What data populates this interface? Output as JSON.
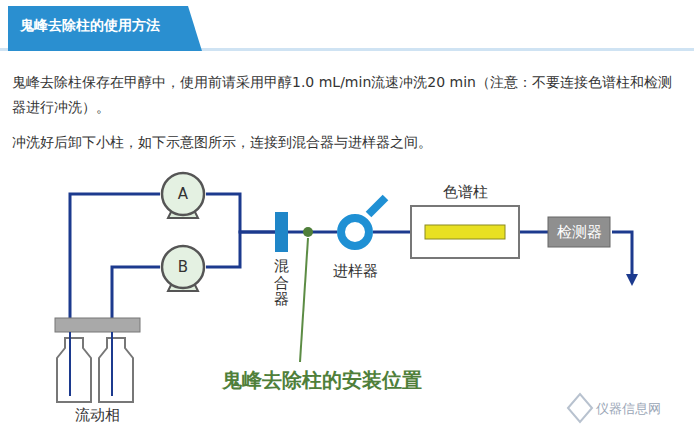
{
  "diagram": {
    "title": "鬼峰去除柱的使用方法",
    "nodes": [
      {
        "text": [
          "A"
        ]
      },
      {
        "text": [
          "B"
        ]
      },
      {
        "text": [
          "混合器"
        ]
      },
      {
        "text": [
          "进样器"
        ]
      },
      {
        "text": [
          "色谱柱"
        ]
      },
      {
        "text": [
          "检测器"
        ]
      },
      {
        "text": [
          "流动相"
        ]
      }
    ],
    "edges": [
      {
        "from": 6,
        "to": 0,
        "arrow": "none"
      },
      {
        "from": 6,
        "to": 1,
        "arrow": "none"
      },
      {
        "from": 0,
        "to": 2,
        "arrow": "none"
      },
      {
        "from": 1,
        "to": 2,
        "arrow": "none"
      },
      {
        "from": 2,
        "to": 3,
        "arrow": "none"
      },
      {
        "from": 3,
        "to": 4,
        "arrow": "none"
      },
      {
        "from": 4,
        "to": 5,
        "arrow": "none"
      }
    ],
    "labels": [
      "鬼峰去除柱保存在甲醇中，使用前请采用甲醇1.0 mL/min流速冲洗20 min（注意：不要连接色谱柱和检测器进行冲洗）。",
      "冲洗好后卸下小柱，如下示意图所示，连接到混合器与进样器之间。",
      "鬼峰去除柱的安装位置",
      "仪器信息网"
    ]
  }
}
